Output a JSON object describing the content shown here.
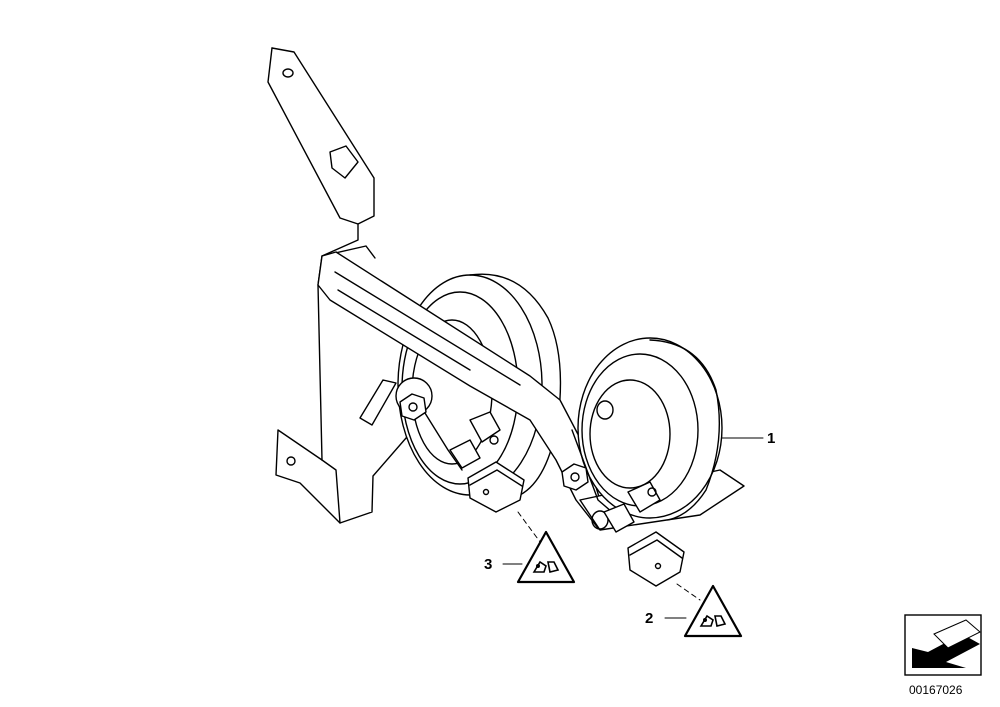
{
  "diagram": {
    "callouts": [
      {
        "id": "1",
        "label": "1"
      },
      {
        "id": "2",
        "label": "2"
      },
      {
        "id": "3",
        "label": "3"
      }
    ],
    "image_number": "00167026",
    "icons": {
      "warning_symbol": "caution-triangle-icon",
      "view_direction": "arrow-direction-icon"
    }
  }
}
